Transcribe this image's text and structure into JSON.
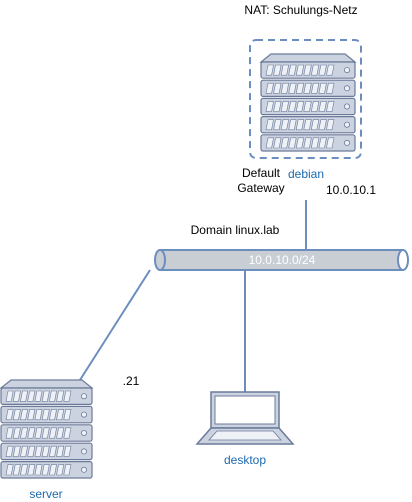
{
  "diagram": {
    "nat_label": "NAT: Schulungs-Netz",
    "domain_label": "Domain linux.lab",
    "network_label": "10.0.10.0/24",
    "default_gateway_line1": "Default",
    "default_gateway_line2": "Gateway",
    "gateway_ip": "10.0.10.1",
    "server_ip_suffix": ".21",
    "nodes": {
      "debian": "debian",
      "server": "server",
      "desktop": "desktop"
    }
  },
  "colors": {
    "line": "#6c8ebf",
    "device_fill": "#ccd3e0",
    "device_stroke": "#6b7a99",
    "device_light": "#eef1f6",
    "bus_fill": "#c9cdd4",
    "link_text": "#1c6ab0"
  }
}
